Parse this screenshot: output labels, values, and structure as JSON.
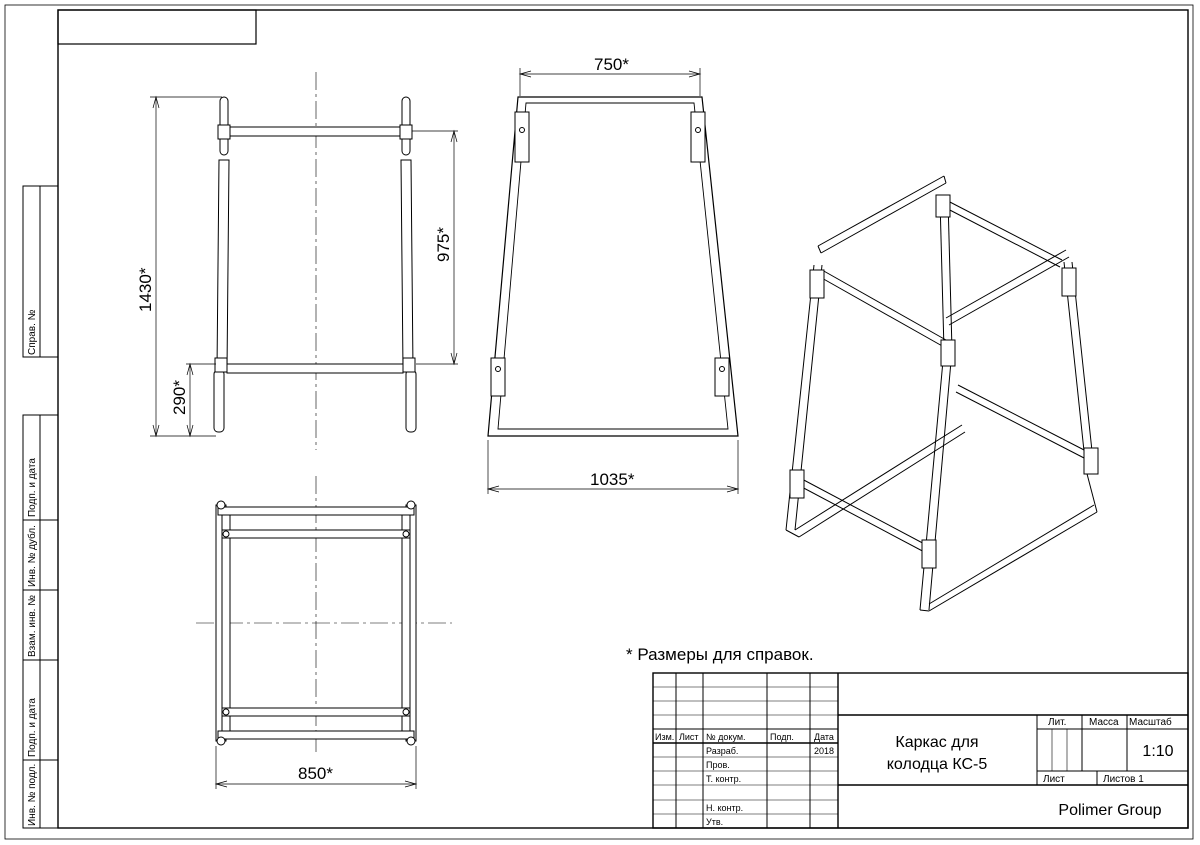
{
  "dimensions": {
    "overall_height": "1430*",
    "upper_bar_span": "975*",
    "lower_bar_height": "290*",
    "top_width": "750*",
    "bottom_width": "1035*",
    "plan_width": "850*"
  },
  "note": "* Размеры для справок.",
  "side_stamp": {
    "sprav": "Справ. №",
    "podp_data_1": "Подп. и дата",
    "inv_dubl": "Инв. № дубл.",
    "vzam_inv": "Взам. инв. №",
    "podp_data_2": "Подп. и дата",
    "inv_podl": "Инв. № подл."
  },
  "title_block": {
    "col_izm": "Изм.",
    "col_list": "Лист",
    "col_doc": "№ докум.",
    "col_podp": "Подп.",
    "col_data": "Дата",
    "razrab": "Разраб.",
    "year": "2018",
    "prov": "Пров.",
    "t_kontr": "Т. контр.",
    "n_kontr": "Н. контр.",
    "utv": "Утв.",
    "title_line1": "Каркас для",
    "title_line2": "колодца КС-5",
    "lit": "Лит.",
    "massa": "Масса",
    "masshtab": "Масштаб",
    "scale": "1:10",
    "list": "Лист",
    "listov": "Листов 1",
    "company": "Polimer Group"
  }
}
